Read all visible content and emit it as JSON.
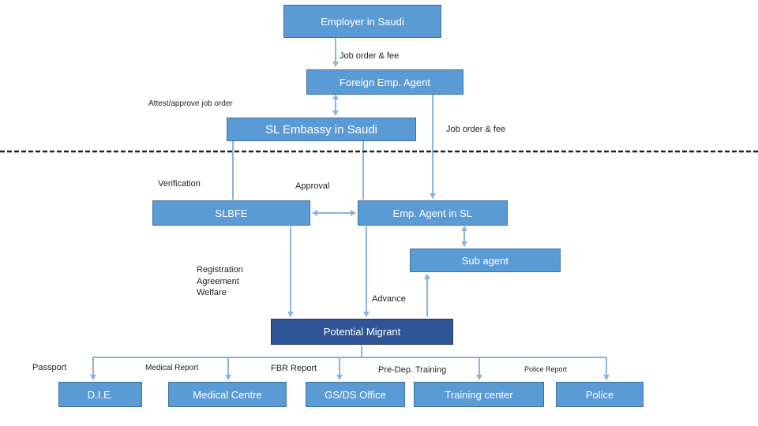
{
  "colors": {
    "box_fill": "#5b9bd5",
    "box_border": "#41719c",
    "box_dark_fill": "#2f5597",
    "connector": "#8cb3dd",
    "separator": "#222222"
  },
  "nodes": {
    "employer": "Employer in Saudi",
    "foreign_agent": "Foreign Emp. Agent",
    "embassy": "SL Embassy in Saudi",
    "slbfe": "SLBFE",
    "sl_agent": "Emp. Agent in SL",
    "sub_agent": "Sub agent",
    "migrant": "Potential Migrant",
    "die": "D.I.E.",
    "medical_centre": "Medical Centre",
    "gs_ds": "GS/DS Office",
    "training_center": "Training center",
    "police": "Police"
  },
  "labels": {
    "job_order_fee_1": "Job order & fee",
    "attest": "Attest/approve job order",
    "job_order_fee_2": "Job order & fee",
    "verification": "Verification",
    "approval": "Approval",
    "registration": [
      "Registration",
      "Agreement",
      "Welfare"
    ],
    "advance": "Advance",
    "passport": "Passport",
    "medical_report": "Medical Report",
    "fbr_report": "FBR Report",
    "pre_dep_training": "Pre-Dep. Training",
    "police_report": "Police Report"
  }
}
